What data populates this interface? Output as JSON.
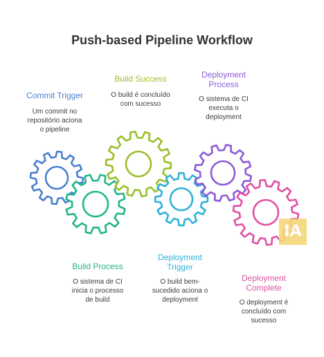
{
  "title": "Push-based Pipeline Workflow",
  "colors": {
    "commit": "#4a7fd1",
    "build_process": "#22b48a",
    "build_success": "#9abf2a",
    "trigger": "#2fb0d9",
    "deploy_process": "#8a5ad6",
    "complete": "#e04fa3",
    "title": "#333333"
  },
  "steps": {
    "commit_trigger": {
      "label": "Commit Trigger",
      "desc1": "Um commit no",
      "desc2": "repositório aciona",
      "desc3": "o pipeline"
    },
    "build_success": {
      "label": "Build Success",
      "desc1": "O build é concluído",
      "desc2": "com sucesso"
    },
    "deployment_process": {
      "label1": "Deployment",
      "label2": "Process",
      "desc1": "O sistema de CI",
      "desc2": "executa o",
      "desc3": "deployment"
    },
    "build_process": {
      "label": "Build Process",
      "desc1": "O sistema de CI",
      "desc2": "inicia o processo",
      "desc3": "de build"
    },
    "deployment_trigger": {
      "label1": "Deployment",
      "label2": "Trigger",
      "desc1": "O build bem-",
      "desc2": "sucedido aciona o",
      "desc3": "deployment"
    },
    "deployment_complete": {
      "label1": "Deployment",
      "label2": "Complete",
      "desc1": "O deployment é",
      "desc2": "concluído com",
      "desc3": "sucesso"
    }
  },
  "watermark": "IA"
}
